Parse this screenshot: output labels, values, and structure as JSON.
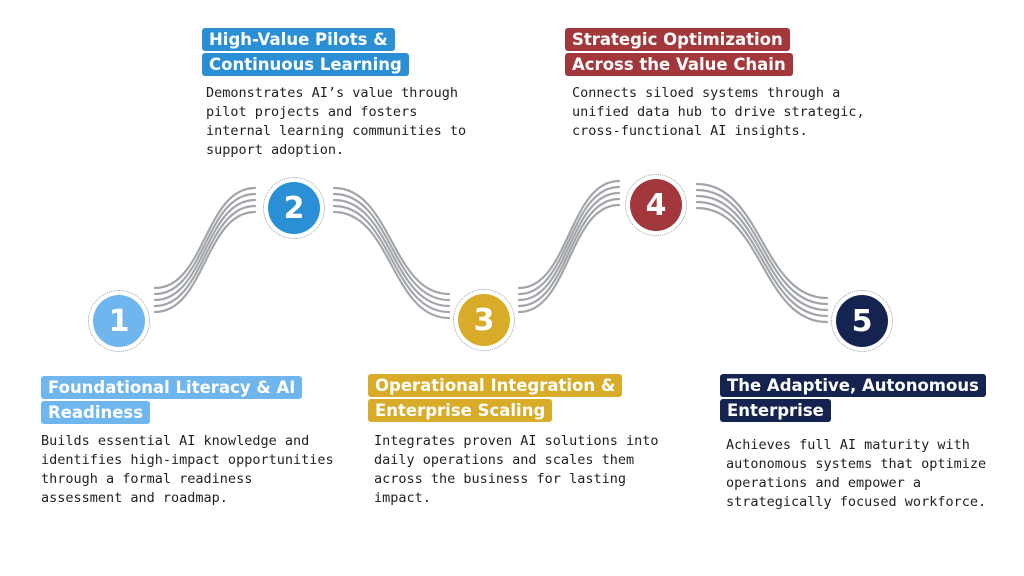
{
  "stages": [
    {
      "number": "1",
      "title_lines": [
        "Foundational Literacy & AI",
        "Readiness"
      ],
      "description": "Builds essential AI knowledge and\nidentifies high-impact opportunities\nthrough a formal readiness\nassessment and roadmap.",
      "color": "#6fb5ee"
    },
    {
      "number": "2",
      "title_lines": [
        "High-Value Pilots &",
        "Continuous Learning"
      ],
      "description": "Demonstrates AI’s value through\npilot projects and fosters\ninternal learning communities to\nsupport adoption.",
      "color": "#2a8fd4"
    },
    {
      "number": "3",
      "title_lines": [
        "Operational Integration &",
        "Enterprise Scaling"
      ],
      "description": "Integrates proven AI solutions into\ndaily operations and scales them\nacross the business for lasting\nimpact.",
      "color": "#d8ac28"
    },
    {
      "number": "4",
      "title_lines": [
        "Strategic Optimization",
        "Across the Value Chain"
      ],
      "description": "Connects siloed systems through a\nunified data hub to drive strategic,\ncross-functional AI insights.",
      "color": "#a3383c"
    },
    {
      "number": "5",
      "title_lines": [
        "The Adaptive, Autonomous",
        "Enterprise"
      ],
      "description": "Achieves full AI maturity with\nautonomous systems that optimize\noperations and empower a\nstrategically focused workforce.",
      "color": "#152350"
    }
  ]
}
